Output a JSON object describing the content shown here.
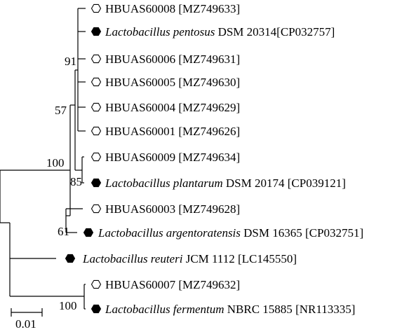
{
  "taxa": [
    {
      "id": "t1",
      "marker": "hexagon-open",
      "italic": "",
      "strain": "HBUAS60008",
      "accession": "[MZ749633]"
    },
    {
      "id": "t2",
      "marker": "hexagon-filled",
      "italic": "Lactobacillus pentosus",
      "strain": " DSM 20314",
      "accession": "[CP032757]"
    },
    {
      "id": "t3",
      "marker": "hexagon-open",
      "italic": "",
      "strain": "HBUAS60006",
      "accession": "[MZ749631]"
    },
    {
      "id": "t4",
      "marker": "hexagon-open",
      "italic": "",
      "strain": "HBUAS60005",
      "accession": "[MZ749630]"
    },
    {
      "id": "t5",
      "marker": "hexagon-open",
      "italic": "",
      "strain": "HBUAS60004",
      "accession": "[MZ749629]"
    },
    {
      "id": "t6",
      "marker": "hexagon-open",
      "italic": "",
      "strain": "HBUAS60001",
      "accession": "[MZ749626]"
    },
    {
      "id": "t7",
      "marker": "hexagon-open",
      "italic": "",
      "strain": "HBUAS60009",
      "accession": "[MZ749634]"
    },
    {
      "id": "t8",
      "marker": "hexagon-filled",
      "italic": "Lactobacillus plantarum",
      "strain": " DSM 20174",
      "accession": "[CP039121]"
    },
    {
      "id": "t9",
      "marker": "hexagon-open",
      "italic": "",
      "strain": "HBUAS60003",
      "accession": "[MZ749628]"
    },
    {
      "id": "t10",
      "marker": "hexagon-filled",
      "italic": "Lactobacillus argentoratensis",
      "strain": " DSM 16365",
      "accession": "[CP032751]"
    },
    {
      "id": "t11",
      "marker": "hexagon-filled",
      "italic": "Lactobacillus reuteri",
      "strain": " JCM 1112",
      "accession": "[LC145550]"
    },
    {
      "id": "t12",
      "marker": "hexagon-open",
      "italic": "",
      "strain": "HBUAS60007",
      "accession": "[MZ749632]"
    },
    {
      "id": "t13",
      "marker": "hexagon-filled",
      "italic": "Lactobacillus fermentum",
      "strain": " NBRC 15885",
      "accession": "[NR113335]"
    }
  ],
  "bootstrap": [
    {
      "id": "b91",
      "value": "91"
    },
    {
      "id": "b57",
      "value": "57"
    },
    {
      "id": "b100a",
      "value": "100"
    },
    {
      "id": "b85",
      "value": "85"
    },
    {
      "id": "b61",
      "value": "61"
    },
    {
      "id": "b100b",
      "value": "100"
    }
  ],
  "scale_bar": {
    "label": "0.01"
  },
  "colors": {
    "line": "#000000",
    "background": "#ffffff"
  }
}
